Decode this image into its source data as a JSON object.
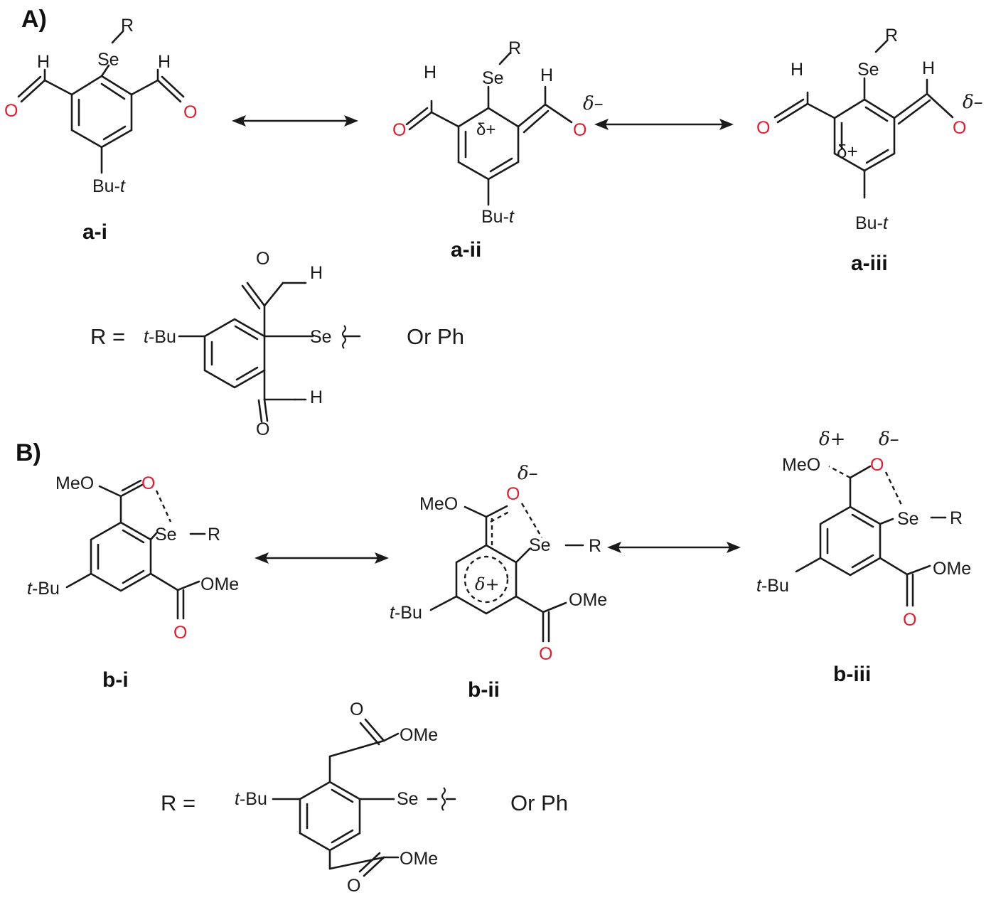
{
  "sections": {
    "a": "A)",
    "b": "B)"
  },
  "atoms": {
    "se": "Se",
    "r": "R",
    "h": "H",
    "o": "O",
    "meo": "MeO",
    "ome": "OMe",
    "but": "Bu-",
    "t": "t",
    "tbu_t": "t",
    "tbu_bu": "-Bu",
    "dplus": "δ+",
    "dminus": "δ–"
  },
  "labels": {
    "ai": "a-i",
    "aii": "a-ii",
    "aiii": "a-iii",
    "bi": "b-i",
    "bii": "b-ii",
    "biii": "b-iii"
  },
  "r_def": {
    "r_eq": "R =",
    "or_ph": "Or Ph"
  },
  "colors": {
    "oxygen": "#e8192c",
    "ink": "#1a1a1a"
  }
}
